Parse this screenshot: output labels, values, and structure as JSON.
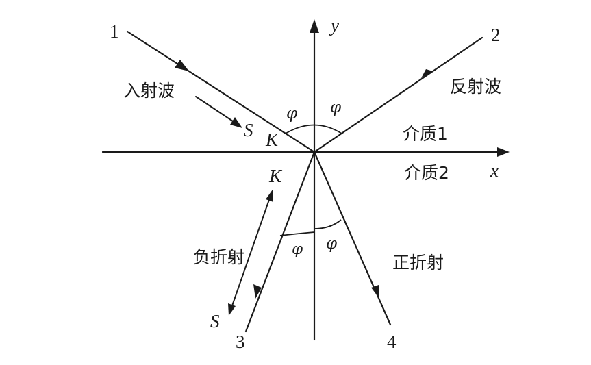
{
  "rays": {
    "incident_number": "1",
    "reflected_number": "2",
    "negative_refracted_number": "3",
    "positive_refracted_number": "4"
  },
  "axes": {
    "x_label": "x",
    "y_label": "y"
  },
  "labels": {
    "incident_wave": "入射波",
    "reflected_wave": "反射波",
    "medium_1": "介质1",
    "medium_2": "介质2",
    "negative_refraction": "负折射",
    "positive_refraction": "正折射"
  },
  "vectors": {
    "s_upper": "S",
    "k_upper": "K",
    "k_lower": "K",
    "s_lower": "S"
  },
  "angles": {
    "upper_left": "φ",
    "upper_right": "φ",
    "lower_left": "φ",
    "lower_right": "φ"
  }
}
